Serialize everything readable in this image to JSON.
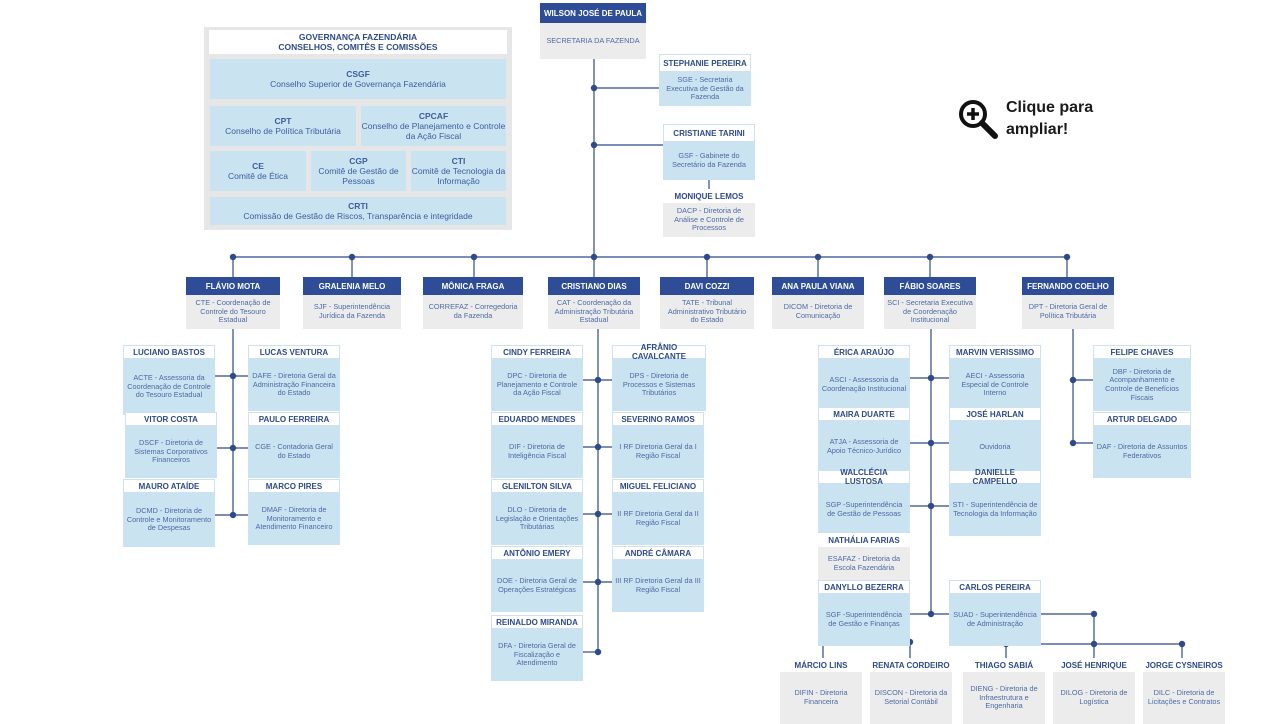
{
  "zoom_hint": {
    "line1": "Clique para",
    "line2": "ampliar!"
  },
  "governance": {
    "title1": "GOVERNANÇA FAZENDÁRIA",
    "title2": "CONSELHOS, COMITÊS E COMISSÕES",
    "boxes": [
      {
        "abbr": "CSGF",
        "desc": "Conselho Superior de Governança Fazendária"
      },
      {
        "abbr": "CPT",
        "desc": "Conselho de Política Tributária"
      },
      {
        "abbr": "CPCAF",
        "desc": "Conselho de Planejamento e Controle da Ação Fiscal"
      },
      {
        "abbr": "CE",
        "desc": "Comitê de Ética"
      },
      {
        "abbr": "CGP",
        "desc": "Comitê de Gestão de Pessoas"
      },
      {
        "abbr": "CTI",
        "desc": "Comitê de Tecnologia da Informação"
      },
      {
        "abbr": "CRTI",
        "desc": "Comissão de Gestão de Riscos, Transparência e integridade"
      }
    ]
  },
  "nodes": [
    {
      "name": "WILSON JOSÉ DE PAULA",
      "desc": "SECRETARIA DA FAZENDA"
    },
    {
      "name": "STEPHANIE PEREIRA",
      "desc": "SGE - Secretaria Executiva de Gestão da Fazenda"
    },
    {
      "name": "CRISTIANE TARINI",
      "desc": "GSF - Gabinete do Secretário da Fazenda"
    },
    {
      "name": "MONIQUE LEMOS",
      "desc": "DACP - Diretoria de Análise e Controle de Processos"
    },
    {
      "name": "FLÁVIO MOTA",
      "desc": "CTE - Coordenação de Controle do Tesouro Estadual"
    },
    {
      "name": "GRALENIA MELO",
      "desc": "SJF - Superintendência Jurídica da Fazenda"
    },
    {
      "name": "MÔNICA FRAGA",
      "desc": "CORREFAZ - Corregedoria da Fazenda"
    },
    {
      "name": "CRISTIANO DIAS",
      "desc": "CAT - Coordenação da Administração Tributária Estadual"
    },
    {
      "name": "DAVI COZZI",
      "desc": "TATE - Tribunal Administrativo Tributário do Estado"
    },
    {
      "name": "ANA PAULA VIANA",
      "desc": "DICOM - Diretoria de Comunicação"
    },
    {
      "name": "FÁBIO SOARES",
      "desc": "SCI - Secretaria Executiva de Coordenação Institucional"
    },
    {
      "name": "FERNANDO COELHO",
      "desc": "DPT - Diretoria Geral de Política Tributária"
    },
    {
      "name": "LUCIANO BASTOS",
      "desc": "ACTE - Assessoria da Coordenação de Controle do Tesouro Estadual"
    },
    {
      "name": "LUCAS VENTURA",
      "desc": "DAFE - Diretoria Geral da Administração Financeira do Estado"
    },
    {
      "name": "VITOR COSTA",
      "desc": "DSCF - Diretoria de Sistemas Corporativos Financeiros"
    },
    {
      "name": "PAULO FERREIRA",
      "desc": "CGE - Contadoria Geral do Estado"
    },
    {
      "name": "MAURO ATAÍDE",
      "desc": "DCMD - Diretoria de Controle e Monitoramento de Despesas"
    },
    {
      "name": "MARCO PIRES",
      "desc": "DMAF - Diretoria de Monitoramento e Atendimento Financeiro"
    },
    {
      "name": "CINDY FERREIRA",
      "desc": "DPC - Diretoria de Planejamento e Controle da Ação Fiscal"
    },
    {
      "name": "AFRÂNIO CAVALCANTE",
      "desc": "DPS - Diretoria de Processos e Sistemas Tributários"
    },
    {
      "name": "EDUARDO MENDES",
      "desc": "DIF - Diretoria de Inteligência Fiscal"
    },
    {
      "name": "SEVERINO RAMOS",
      "desc": "I RF Diretoria Geral da I Região Fiscal"
    },
    {
      "name": "GLENILTON SILVA",
      "desc": "DLO - Diretoria de Legislação e Orientações Tributárias"
    },
    {
      "name": "MIGUEL FELICIANO",
      "desc": "II RF Diretoria Geral da II Região Fiscal"
    },
    {
      "name": "ANTÔNIO EMERY",
      "desc": "DOE - Diretoria Geral de Operações Estratégicas"
    },
    {
      "name": "ANDRÉ CÂMARA",
      "desc": "III RF Diretoria Geral da III Região Fiscal"
    },
    {
      "name": "REINALDO MIRANDA",
      "desc": "DFA - Diretoria Geral de Fiscalização e Atendimento"
    },
    {
      "name": "ÉRICA ARAÚJO",
      "desc": "ASCI - Assessoria da Coordenação Institucional"
    },
    {
      "name": "MARVIN VERISSIMO",
      "desc": "AECI - Assessoria Especial de Controle Interno"
    },
    {
      "name": "MAIRA DUARTE",
      "desc": "ATJA - Assessoria de Apoio Técnico-Jurídico"
    },
    {
      "name": "JOSÉ HARLAN",
      "desc": "Ouvidoria"
    },
    {
      "name": "WALCLÉCIA LUSTOSA",
      "desc": "SGP -Superintendência de Gestão de Pessoas"
    },
    {
      "name": "DANIELLE CAMPELLO",
      "desc": "STI - Superintendência de Tecnologia da Informação"
    },
    {
      "name": "NATHÁLIA FARIAS",
      "desc": "ESAFAZ - Diretoria da Escola Fazendária"
    },
    {
      "name": "DANYLLO BEZERRA",
      "desc": "SGF -Superintendência de Gestão e Finanças"
    },
    {
      "name": "CARLOS PEREIRA",
      "desc": "SUAD - Superintendência de Administração"
    },
    {
      "name": "FELIPE CHAVES",
      "desc": "DBF - Diretoria de Acompanhamento e Controle de Benefícios Fiscais"
    },
    {
      "name": "ARTUR DELGADO",
      "desc": "DAF - Diretoria de Assuntos Federativos"
    },
    {
      "name": "MÁRCIO LINS",
      "desc": "DIFIN - Diretoria Financeira"
    },
    {
      "name": "RENATA CORDEIRO",
      "desc": "DISCON - Diretoria da Setorial Contábil"
    },
    {
      "name": "THIAGO SABIÁ",
      "desc": "DIENG - Diretoria de Infraestrutura e Engenharia"
    },
    {
      "name": "JOSÉ HENRIQUE",
      "desc": "DILOG - Diretoria de Logística"
    },
    {
      "name": "JORGE CYSNEIROS",
      "desc": "DILC - Diretoria de Licitações e Contratos"
    }
  ],
  "colors": {
    "title_blue": "#2e4d96",
    "light_blue": "#c9e3f1",
    "grey": "#ececec",
    "line": "#2e4a8a"
  }
}
